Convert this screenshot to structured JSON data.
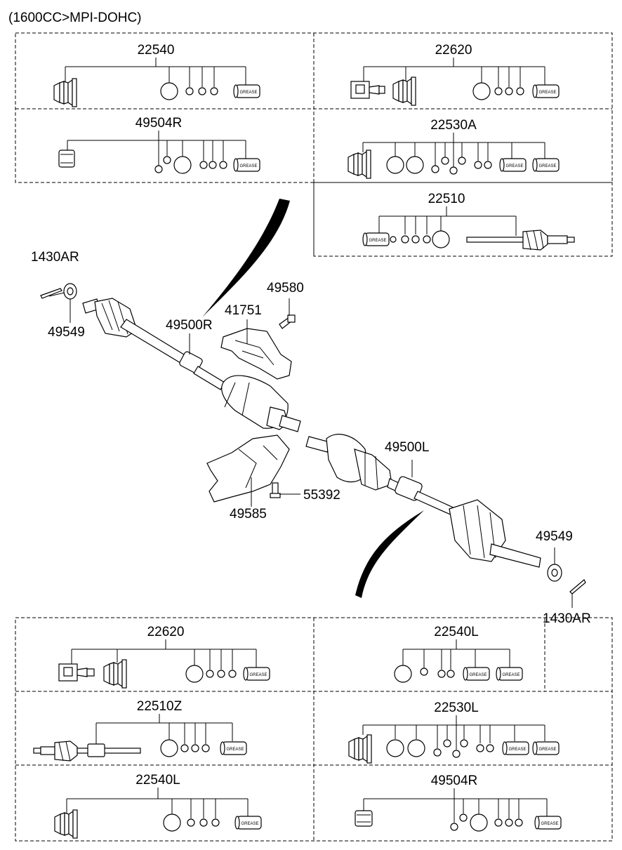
{
  "header": {
    "engine_note": "(1600CC>MPI-DOHC)"
  },
  "kits": {
    "k22540_top": "22540",
    "k22620_top": "22620",
    "k49504R_top": "49504R",
    "k22530A": "22530A",
    "k22510": "22510",
    "k22620_bot": "22620",
    "k22540L_right": "22540L",
    "k22510Z": "22510Z",
    "k22530L": "22530L",
    "k22540L_bot": "22540L",
    "k49504R_bot": "49504R"
  },
  "callouts": {
    "c1430AR_left": "1430AR",
    "c49549_left": "49549",
    "c49500R": "49500R",
    "c41751": "41751",
    "c49580": "49580",
    "c49500L": "49500L",
    "c55392": "55392",
    "c49585": "49585",
    "c49549_right": "49549",
    "c1430AR_right": "1430AR"
  },
  "grease_label": "GREASE"
}
